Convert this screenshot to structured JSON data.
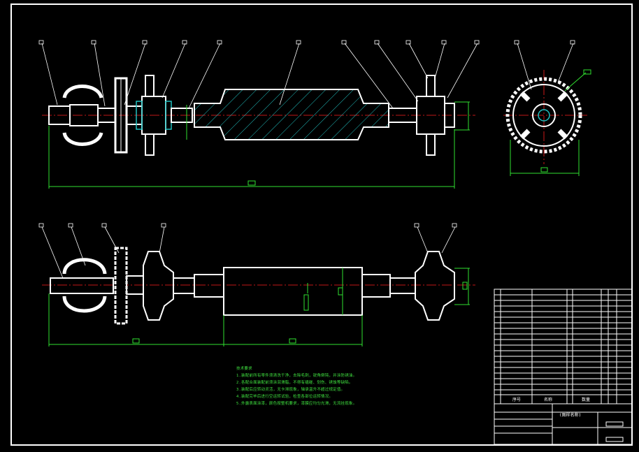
{
  "drawing": {
    "background": "#000000",
    "line_color": "#ffffff",
    "centerline_color": "#ff2020",
    "hatch_color": "#20c0c0",
    "dimension_color": "#30e030",
    "leader_color": "#ffffff"
  },
  "tech_notes": {
    "title": "技术要求",
    "lines": [
      "1.装配前所有零件须清洗干净，去除毛刺，锐角倒钝，并涂防锈油。",
      "2.各配合面装配前须涂润滑脂，不得有磕碰、划伤、锈蚀等缺陷。",
      "3.装配后应转动灵活，无卡滞现象，轴承温升不超过规定值。",
      "4.装配完毕后进行空运转试验，检查各部位运转情况。",
      "5.外露表面涂漆，颜色按整机要求，漆膜应均匀光滑，无流挂现象。"
    ]
  },
  "title_block": {
    "headers": [
      "序号",
      "名称",
      "数量"
    ],
    "drawing_name": "(图样名称)"
  }
}
